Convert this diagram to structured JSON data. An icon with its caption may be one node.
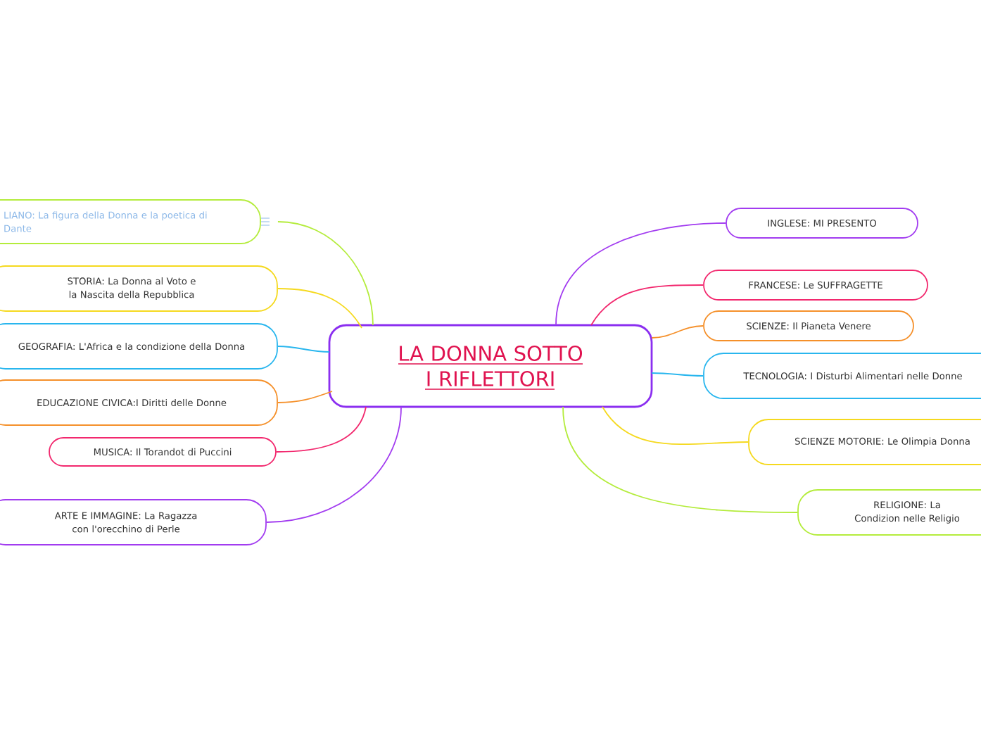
{
  "diagram": {
    "nodes": [
      {
        "text": [
          "LA DONNA SOTTO I RIFLETTORI"
        ]
      },
      {
        "text": [
          "LIANO: La figura della Donna e la poetica di Dante"
        ]
      },
      {
        "text": [
          "STORIA: La Donna al Voto e la Nascita della Repubblica"
        ]
      },
      {
        "text": [
          "GEOGRAFIA: L'Africa e la condizione della Donna"
        ]
      },
      {
        "text": [
          "EDUCAZIONE CIVICA:I Diritti delle Donne"
        ]
      },
      {
        "text": [
          "MUSICA: Il Torandot di Puccini"
        ]
      },
      {
        "text": [
          "ARTE E IMMAGINE: La Ragazza con l'orecchino di Perle"
        ]
      },
      {
        "text": [
          "INGLESE: MI PRESENTO"
        ]
      },
      {
        "text": [
          "FRANCESE: Le SUFFRAGETTE"
        ]
      },
      {
        "text": [
          "SCIENZE: Il Pianeta Venere"
        ]
      },
      {
        "text": [
          "TECNOLOGIA: I Disturbi Alimentari nelle Donne"
        ]
      },
      {
        "text": [
          "SCIENZE MOTORIE: Le Olimpia Donna"
        ]
      },
      {
        "text": [
          "RELIGIONE: La Condizion nelle Religio"
        ]
      }
    ],
    "edges": [
      {
        "from": 0,
        "to": 1,
        "arrow": "none",
        "color": "#b4ec3c"
      },
      {
        "from": 0,
        "to": 2,
        "arrow": "none",
        "color": "#f5d91e"
      },
      {
        "from": 0,
        "to": 3,
        "arrow": "none",
        "color": "#29b6ee"
      },
      {
        "from": 0,
        "to": 4,
        "arrow": "none",
        "color": "#f5902a"
      },
      {
        "from": 0,
        "to": 5,
        "arrow": "none",
        "color": "#f2286e"
      },
      {
        "from": 0,
        "to": 6,
        "arrow": "none",
        "color": "#a23cf0"
      },
      {
        "from": 0,
        "to": 7,
        "arrow": "none",
        "color": "#a23cf0"
      },
      {
        "from": 0,
        "to": 8,
        "arrow": "none",
        "color": "#f2286e"
      },
      {
        "from": 0,
        "to": 9,
        "arrow": "none",
        "color": "#f5902a"
      },
      {
        "from": 0,
        "to": 10,
        "arrow": "none",
        "color": "#29b6ee"
      },
      {
        "from": 0,
        "to": 11,
        "arrow": "none",
        "color": "#f5d91e"
      },
      {
        "from": 0,
        "to": 12,
        "arrow": "none",
        "color": "#b4ec3c"
      }
    ]
  }
}
